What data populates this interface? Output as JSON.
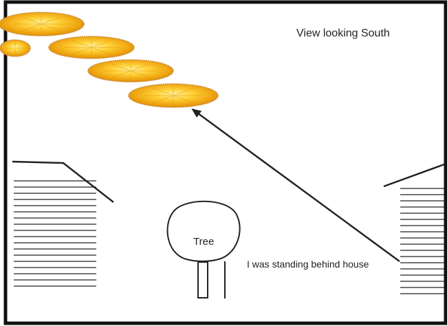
{
  "title": "View looking South",
  "tree_label": "Tree",
  "annotation": "I was standing behind house",
  "colors": {
    "frame": "#111111",
    "line": "#222222",
    "disc_fill": "#f2b511",
    "disc_light": "#ffe37a",
    "disc_dark": "#d98a00",
    "disc_edge": "#c98a3a"
  },
  "icons": {
    "discs": "gold-disc-icon",
    "houses": "house-siding-icon",
    "tree": "tree-icon",
    "arrow": "sighting-arrow-icon"
  }
}
